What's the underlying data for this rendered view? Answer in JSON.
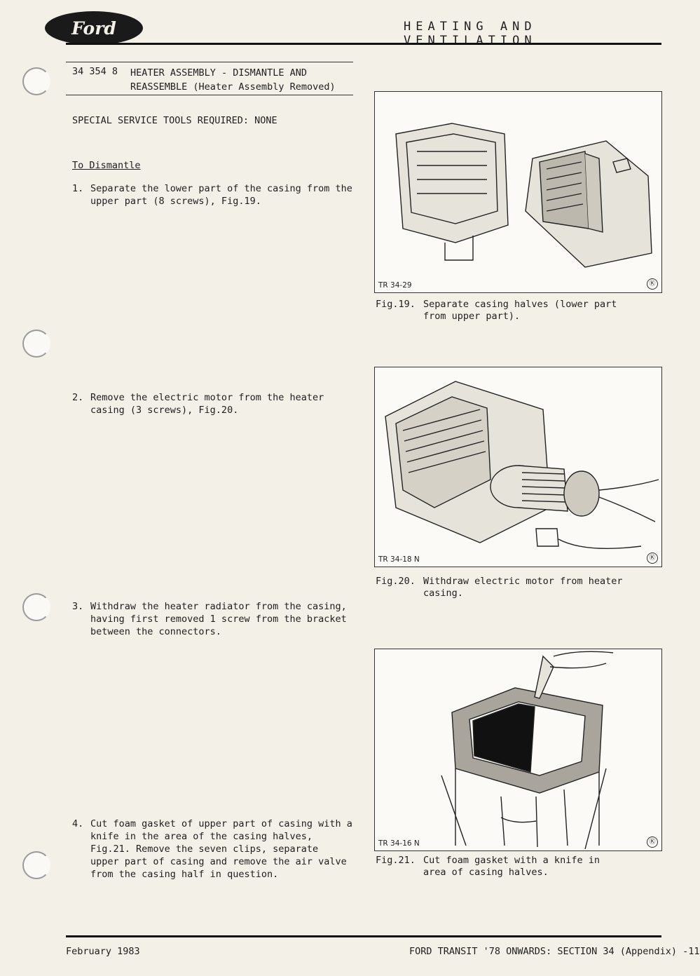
{
  "header": {
    "logo_text": "Ford",
    "title": "HEATING AND VENTILATION"
  },
  "section": {
    "number": "34 354 8",
    "title_lines": [
      "HEATER ASSEMBLY - DISMANTLE AND",
      "REASSEMBLE (Heater Assembly Removed)"
    ]
  },
  "tools_required": "SPECIAL SERVICE TOOLS REQUIRED: NONE",
  "subheading": "To Dismantle",
  "steps": [
    {
      "num": "1.",
      "lines": [
        "Separate the lower part of the casing from the",
        "upper part (8 screws), Fig.19."
      ]
    },
    {
      "num": "2.",
      "lines": [
        "Remove the electric motor from the heater",
        "casing (3 screws), Fig.20."
      ]
    },
    {
      "num": "3.",
      "lines": [
        "Withdraw the heater radiator from the casing,",
        "having first removed 1 screw from the bracket",
        "between the connectors."
      ]
    },
    {
      "num": "4.",
      "lines": [
        "Cut foam gasket of upper part of casing with a",
        "knife in the area of the casing halves,",
        "Fig.21.  Remove the seven clips, separate",
        "upper part of casing and remove the air valve",
        "from the casing half in question."
      ]
    }
  ],
  "figures": [
    {
      "code": "TR 34-29",
      "mark": "Ⓚ",
      "caption_num": "Fig.19.",
      "caption_lines": [
        "Separate casing halves (lower part",
        "from upper part)."
      ]
    },
    {
      "code": "TR 34-18 N",
      "mark": "Ⓚ",
      "caption_num": "Fig.20.",
      "caption_lines": [
        "Withdraw electric motor from heater",
        "casing."
      ]
    },
    {
      "code": "TR 34-16 N",
      "mark": "Ⓚ",
      "caption_num": "Fig.21.",
      "caption_lines": [
        "Cut foam gasket with a knife in",
        "area of casing halves."
      ]
    }
  ],
  "footer": {
    "date": "February 1983",
    "reference": "FORD TRANSIT '78 ONWARDS: SECTION 34 (Appendix) -11"
  }
}
